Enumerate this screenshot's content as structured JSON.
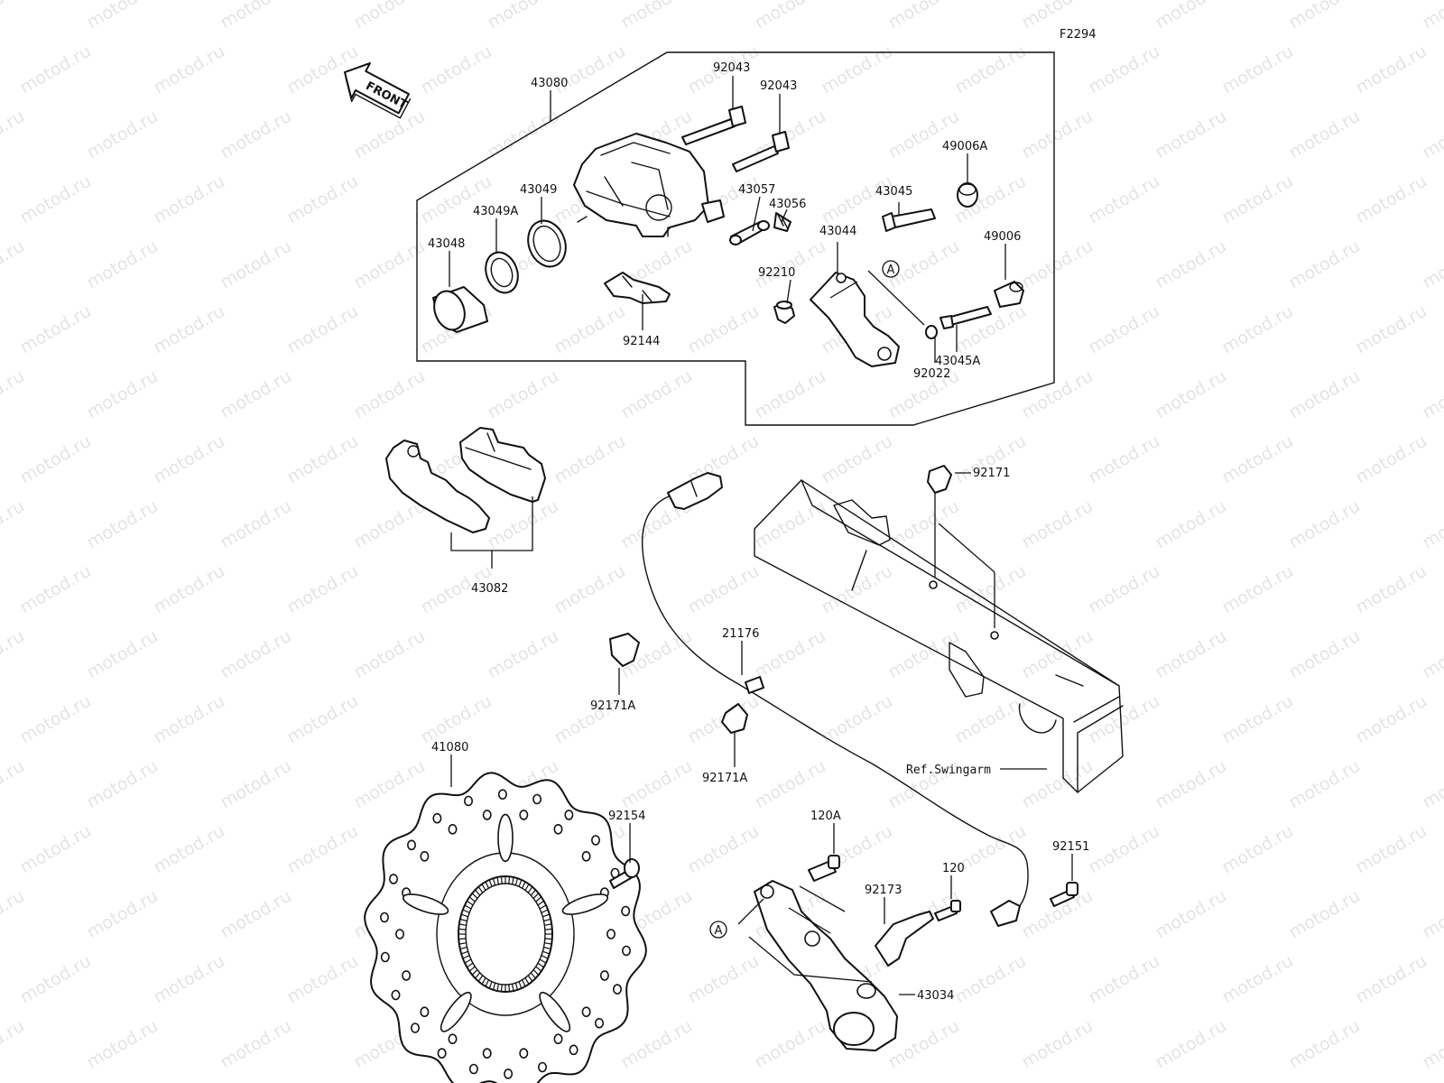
{
  "diagram_code": "F2294",
  "front_arrow": {
    "text": "FRONT",
    "icon": "front-direction-arrow-icon"
  },
  "watermark": {
    "text": "motod.ru",
    "color": "#e4e4e4"
  },
  "reference_marks": [
    "A",
    "A"
  ],
  "callouts": {
    "p43080": "43080",
    "p92043a": "92043",
    "p92043b": "92043",
    "p43049": "43049",
    "p43049A": "43049A",
    "p43048": "43048",
    "p92144": "92144",
    "p43057": "43057",
    "p43056": "43056",
    "p92210": "92210",
    "p43044": "43044",
    "p43045": "43045",
    "p49006A": "49006A",
    "p49006": "49006",
    "p43045A": "43045A",
    "p92022": "92022",
    "p43082": "43082",
    "p92171": "92171",
    "p21176": "21176",
    "p92171Aa": "92171A",
    "p92171Ab": "92171A",
    "p41080": "41080",
    "p92154": "92154",
    "p120A": "120A",
    "p92173": "92173",
    "p120": "120",
    "p92151": "92151",
    "p43034": "43034",
    "ref_swingarm": "Ref.Swingarm"
  }
}
